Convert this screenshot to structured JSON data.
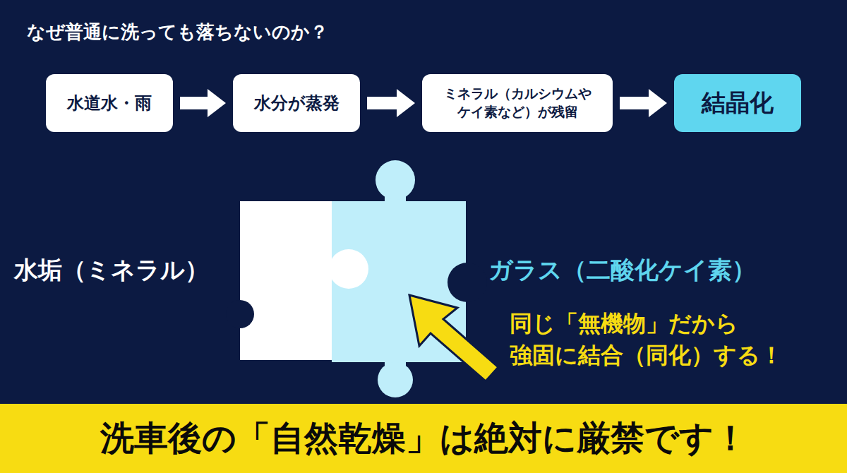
{
  "diagram": {
    "title": "なぜ普通に洗っても落ちないのか？",
    "nodes": [
      {
        "text": [
          "水道水・雨"
        ]
      },
      {
        "text": [
          "水分が蒸発"
        ]
      },
      {
        "text": [
          "ミネラル（カルシウムや ケイ素など）が残留"
        ]
      },
      {
        "text": [
          "結晶化"
        ]
      },
      {
        "text": [
          "洗車後の「自然乾燥」は絶対に厳禁です！"
        ]
      }
    ],
    "edges": [
      {
        "from": 0,
        "to": 1,
        "arrow": "to"
      },
      {
        "from": 1,
        "to": 2,
        "arrow": "to"
      },
      {
        "from": 2,
        "to": 3,
        "arrow": "to"
      }
    ],
    "labels": [
      "水垢（ミネラル）",
      "ガラス（二酸化ケイ素）",
      "同じ「無機物」だから 強固に結合（同化）する！"
    ]
  }
}
